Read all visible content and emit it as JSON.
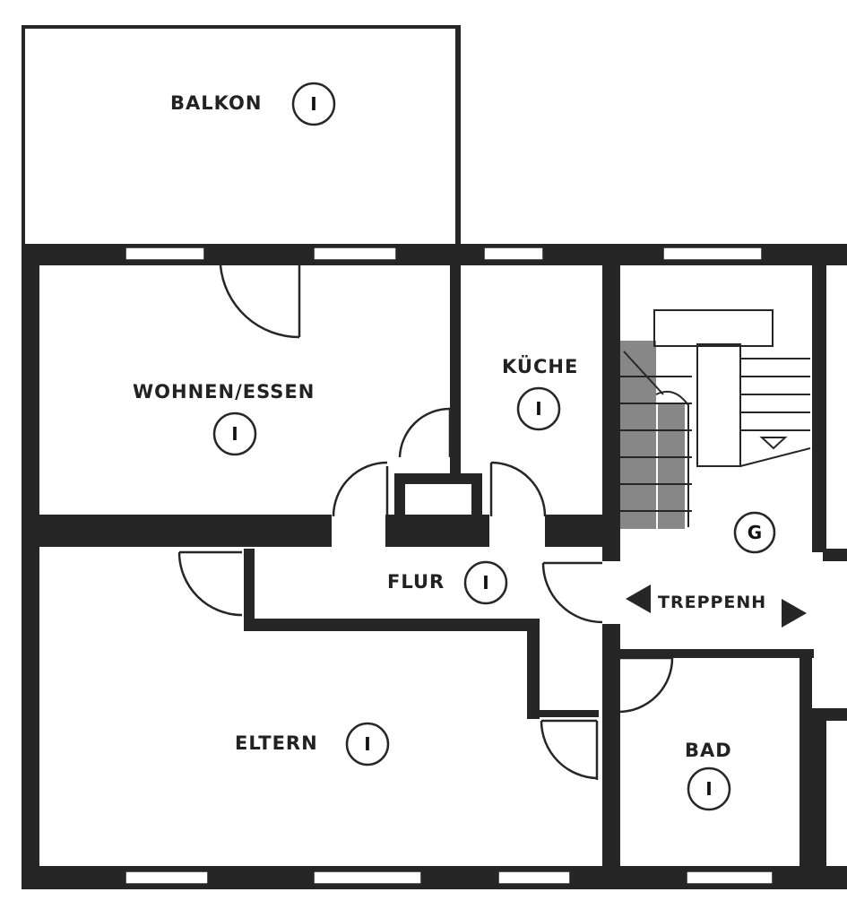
{
  "plan": {
    "rooms": {
      "balkon": {
        "name": "BALKON",
        "tag": "I"
      },
      "wohnen": {
        "name": "WOHNEN/ESSEN",
        "tag": "I"
      },
      "kueche": {
        "name": "KÜCHE",
        "tag": "I"
      },
      "flur": {
        "name": "FLUR",
        "tag": "I"
      },
      "eltern": {
        "name": "ELTERN",
        "tag": "I"
      },
      "bad": {
        "name": "BAD",
        "tag": "I"
      }
    },
    "stair_tag": "G",
    "treppenhaus_label": "TREPPENH"
  }
}
